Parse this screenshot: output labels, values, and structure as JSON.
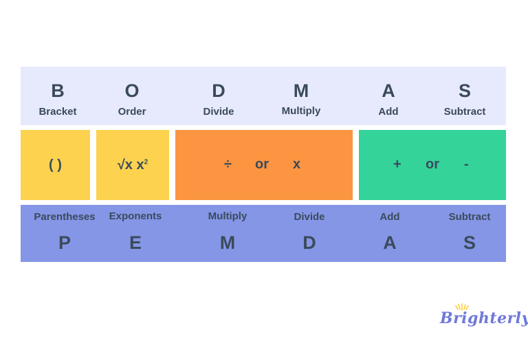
{
  "bodmas": [
    {
      "letter": "B",
      "word": "Bracket"
    },
    {
      "letter": "O",
      "word": "Order"
    },
    {
      "letter": "D",
      "word": "Divide"
    },
    {
      "letter": "M",
      "word": "Multiply"
    },
    {
      "letter": "A",
      "word": "Add"
    },
    {
      "letter": "S",
      "word": "Subtract"
    }
  ],
  "operations": {
    "brackets": "( )",
    "order_root": "√x",
    "order_power_base": "x",
    "order_power_exp": "2",
    "divide_sym": "÷",
    "or_1": "or",
    "multiply_sym": "x",
    "plus_sym": "+",
    "or_2": "or",
    "minus_sym": "-"
  },
  "pemdas": [
    {
      "letter": "P",
      "word": "Parentheses"
    },
    {
      "letter": "E",
      "word": "Exponents"
    },
    {
      "letter": "M",
      "word": "Multiply"
    },
    {
      "letter": "D",
      "word": "Divide"
    },
    {
      "letter": "A",
      "word": "Add"
    },
    {
      "letter": "S",
      "word": "Subtract"
    }
  ],
  "colors": {
    "bodmas_band": "#e6eafc",
    "pemdas_band": "#8596e6",
    "yellow": "#fcd24f",
    "orange": "#fb9541",
    "green": "#34d39a",
    "text": "#3a4a5c",
    "logo": "#6f79d8"
  },
  "logo": {
    "text": "Brighterly"
  }
}
